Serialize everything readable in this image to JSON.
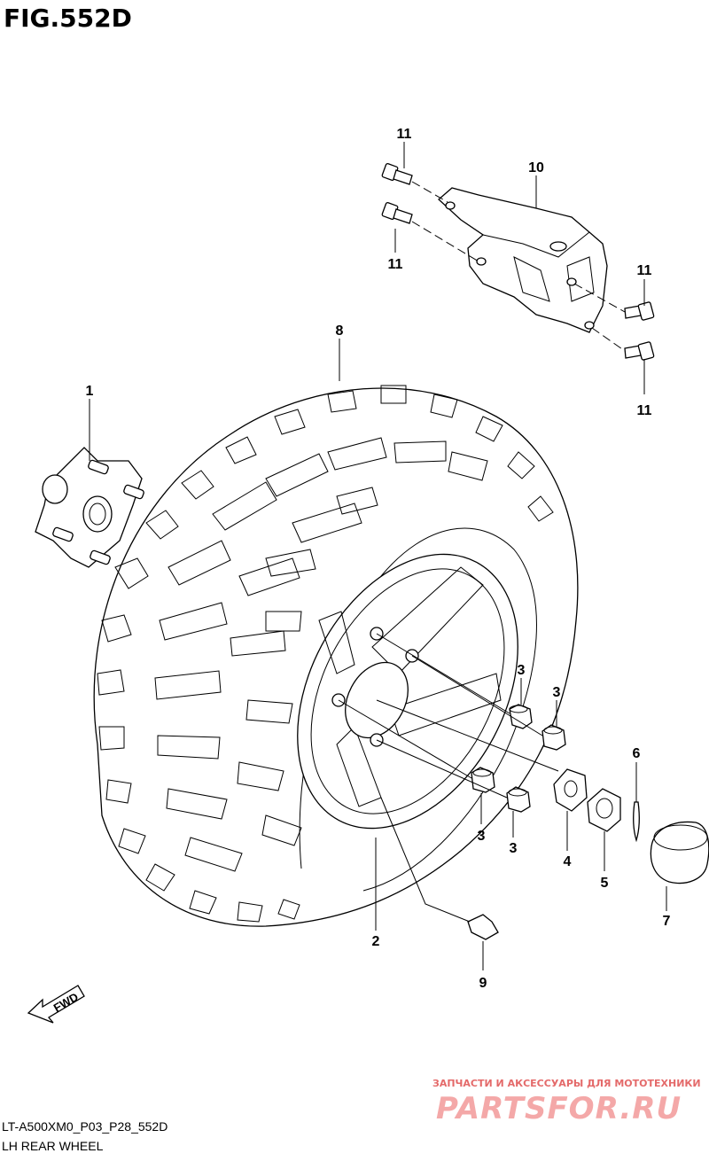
{
  "figure": {
    "title": "FIG.552D",
    "footer_code": "LT-A500XM0_P03_P28_552D",
    "footer_title": "LH REAR WHEEL",
    "fwd_label": "FWD"
  },
  "watermark": {
    "line1": "ЗАПЧАСТИ И АКСЕССУАРЫ ДЛЯ МОТОТЕХНИКИ",
    "line2": "PARTSFOR.RU"
  },
  "callouts": [
    {
      "id": "c-11a",
      "label": "11"
    },
    {
      "id": "c-10",
      "label": "10"
    },
    {
      "id": "c-11b",
      "label": "11"
    },
    {
      "id": "c-11c",
      "label": "11"
    },
    {
      "id": "c-11d",
      "label": "11"
    },
    {
      "id": "c-8",
      "label": "8"
    },
    {
      "id": "c-1",
      "label": "1"
    },
    {
      "id": "c-3a",
      "label": "3"
    },
    {
      "id": "c-3b",
      "label": "3"
    },
    {
      "id": "c-6",
      "label": "6"
    },
    {
      "id": "c-3c",
      "label": "3"
    },
    {
      "id": "c-3d",
      "label": "3"
    },
    {
      "id": "c-4",
      "label": "4"
    },
    {
      "id": "c-5",
      "label": "5"
    },
    {
      "id": "c-7",
      "label": "7"
    },
    {
      "id": "c-2",
      "label": "2"
    },
    {
      "id": "c-9",
      "label": "9"
    }
  ]
}
